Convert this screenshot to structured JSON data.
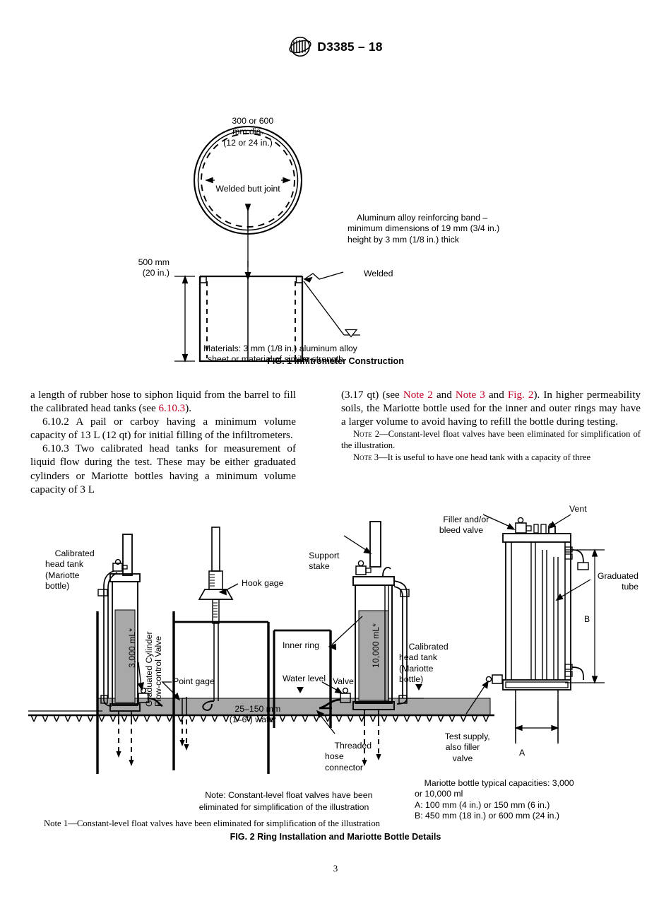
{
  "header": {
    "logo_icon": "astm-logo-icon",
    "designation": "D3385 – 18"
  },
  "figure1": {
    "plan_label_line1": "300 or 600",
    "plan_label_line2": "mm dia.",
    "plan_label_line3": "(12 or 24 in.)",
    "weld_joint_label": "Welded butt joint",
    "height_label_line1": "500 mm",
    "height_label_line2": "(20 in.)",
    "band_note_line1": "Aluminum alloy reinforcing band –",
    "band_note_line2": "minimum dimensions of 19 mm (3/4 in.)",
    "band_note_line3": "height by 3 mm (1/8 in.) thick",
    "welded_label": "Welded",
    "materials_line1": "Materials: 3 mm (1/8 in.) aluminum alloy",
    "materials_line2": "sheet or material of similar strength",
    "caption": "FIG. 1  Infiltrometer Construction"
  },
  "body": {
    "left": {
      "para1": "a length of rubber hose to siphon liquid from the barrel to fill the calibrated head tanks (see ",
      "para1_link": "6.10.3",
      "para1_end": ").",
      "para2": "6.10.2  A pail or carboy having a minimum volume capacity of 13 L (12 qt) for initial filling of the infiltrometers.",
      "para3": "6.10.3  Two calibrated head tanks for measurement of liquid flow during the test. These may be either graduated cylinders or Mariotte bottles having a minimum volume capacity of 3 L"
    },
    "right": {
      "para1_a": "(3.17 qt) (see ",
      "link_note2": "Note 2",
      "para1_b": " and ",
      "link_note3": "Note 3",
      "para1_c": " and ",
      "link_fig2": "Fig. 2",
      "para1_d": "). In higher permeability soils, the Mariotte bottle used for the inner and outer rings may have a larger volume to avoid having to refill the bottle during testing.",
      "note2_word": "Note 2",
      "note2_text": "—Constant-level float valves have been eliminated for simplification of the illustration.",
      "note3_word": "Note 3",
      "note3_text": "—It is useful to have one head tank with a capacity of three"
    }
  },
  "figure2": {
    "left_tank_label_l1": "Calibrated",
    "left_tank_label_l2": "head tank",
    "left_tank_label_l3": "(Mariotte",
    "left_tank_label_l4": "bottle)",
    "left_tank_volume": "3,000 mL*",
    "graduated_cylinder_label": "Graduated Cylinder",
    "flow_control_valve_label": "Flow-control Valve",
    "point_gage_label": "Point gage",
    "hook_gage_label": "Hook gage",
    "support_stake_l1": "Support",
    "support_stake_l2": "stake",
    "inner_ring_label": "Inner ring",
    "water_level_label": "Water level",
    "water_depth_l1": "25–150 mm",
    "water_depth_l2": "(1–6\") water",
    "valve_label": "Valve",
    "threaded_l1": "Threaded",
    "threaded_l2": "hose",
    "threaded_l3": "connector",
    "right_tank_volume": "10,000 mL*",
    "right_tank_label_l1": "Calibrated",
    "right_tank_label_l2": "head tank",
    "right_tank_label_l3": "(Mariotte",
    "right_tank_label_l4": "bottle)",
    "filler_valve_l1": "Filler and/or",
    "filler_valve_l2": "bleed valve",
    "vent_label": "Vent",
    "graduated_tube_l1": "Graduated",
    "graduated_tube_l2": "tube",
    "dim_b": "B",
    "dim_a": "A",
    "test_supply_l1": "Test supply,",
    "test_supply_l2": "also filler",
    "test_supply_l3": "valve",
    "capacities_l1": "Mariotte bottle typical capacities: 3,000",
    "capacities_l2": "or 10,000 ml",
    "capacities_l3": "A: 100 mm (4 in.) or 150 mm (6 in.)",
    "capacities_l4": "B: 450 mm (18 in.) or 600 mm (24 in.)",
    "inner_note_l1": "Note: Constant-level float valves have been",
    "inner_note_l2": "eliminated for simplification of the illustration",
    "note1_word": "Note 1",
    "note1_text": "—Constant-level float valves have been eliminated for simplification of the illustration",
    "caption": "FIG. 2 Ring Installation and Mariotte Bottle Details"
  },
  "page_number": "3",
  "colors": {
    "link": "#c00024",
    "water_fill": "#a8a8a8",
    "ink": "#000000"
  }
}
